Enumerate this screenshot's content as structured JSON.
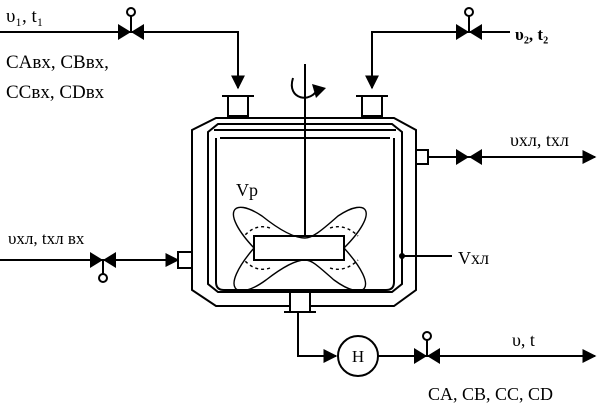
{
  "labels": {
    "inlet_top_left": "υ₁, t₁",
    "inlet_conc_line1": "CAвх, CBвх,",
    "inlet_conc_line2": "CCвх, CDвх",
    "inlet_top_right": "υ₂, t₂",
    "jacket_outlet": "υхл, tхл",
    "jacket_inlet": "υхл, tхл вх",
    "reactor_volume": "Vр",
    "jacket_volume": "Vхл",
    "product_outlet": "υ, t",
    "product_conc": "CA, CB, CC, CD",
    "pump": "Н"
  },
  "colors": {
    "line": "#000000",
    "background": "#ffffff"
  }
}
